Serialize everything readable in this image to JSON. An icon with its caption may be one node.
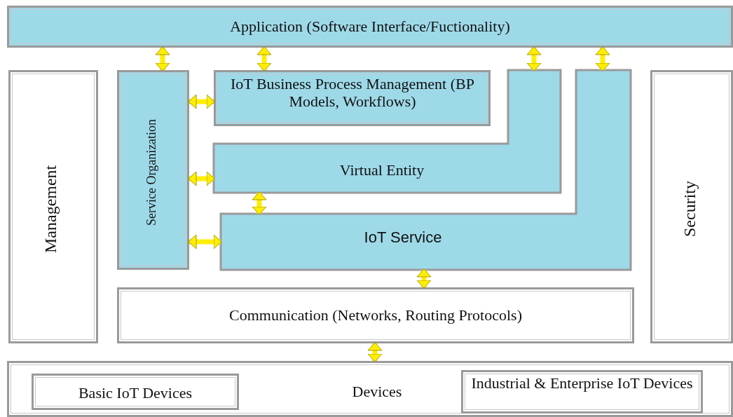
{
  "diagram": {
    "nodes": [
      {
        "text": [
          "Application (Software Interface/Fuctionality)"
        ]
      },
      {
        "text": [
          "Management"
        ]
      },
      {
        "text": [
          "Service Organization"
        ]
      },
      {
        "text": [
          "IoT Business Process Management (BP Models, Workflows)"
        ]
      },
      {
        "text": [
          "Virtual Entity"
        ]
      },
      {
        "text": [
          "IoT Service"
        ]
      },
      {
        "text": [
          "Security"
        ]
      },
      {
        "text": [
          "Communication (Networks, Routing Protocols)"
        ]
      },
      {
        "text": [
          "Devices"
        ]
      },
      {
        "text": [
          "Basic IoT Devices"
        ],
        "in": 8
      },
      {
        "text": [
          "Industrial & Enterprise IoT Devices"
        ],
        "in": 8
      }
    ],
    "edges": [
      {
        "from": 0,
        "to": 2,
        "arrow": "both"
      },
      {
        "from": 0,
        "to": 3,
        "arrow": "both"
      },
      {
        "from": 0,
        "to": 4,
        "arrow": "both"
      },
      {
        "from": 0,
        "to": 5,
        "arrow": "both"
      },
      {
        "from": 2,
        "to": 3,
        "arrow": "both"
      },
      {
        "from": 2,
        "to": 4,
        "arrow": "both"
      },
      {
        "from": 2,
        "to": 5,
        "arrow": "both"
      },
      {
        "from": 4,
        "to": 5,
        "arrow": "both"
      },
      {
        "from": 5,
        "to": 7,
        "arrow": "both"
      },
      {
        "from": 7,
        "to": 8,
        "arrow": "both"
      }
    ]
  }
}
